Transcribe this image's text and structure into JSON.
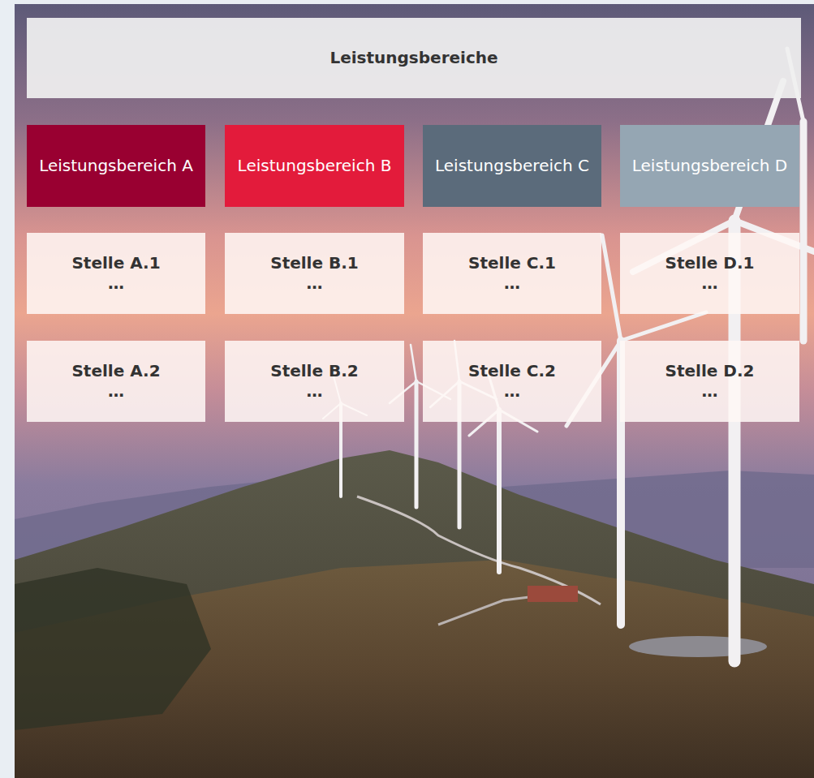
{
  "diagram": {
    "nodes": [
      {
        "text": [
          "Leistungsbereiche"
        ]
      },
      {
        "text": [
          "Leistungsbereich A"
        ]
      },
      {
        "text": [
          "Leistungsbereich B"
        ]
      },
      {
        "text": [
          "Leistungsbereich C"
        ]
      },
      {
        "text": [
          "Leistungsbereich D"
        ]
      },
      {
        "text": [
          "Stelle A.1",
          "…"
        ]
      },
      {
        "text": [
          "Stelle B.1",
          "…"
        ]
      },
      {
        "text": [
          "Stelle C.1",
          "…"
        ]
      },
      {
        "text": [
          "Stelle D.1",
          "…"
        ]
      },
      {
        "text": [
          "Stelle A.2",
          "…"
        ]
      },
      {
        "text": [
          "Stelle B.2",
          "…"
        ]
      },
      {
        "text": [
          "Stelle C.2",
          "…"
        ]
      },
      {
        "text": [
          "Stelle D.2",
          "…"
        ]
      }
    ]
  }
}
